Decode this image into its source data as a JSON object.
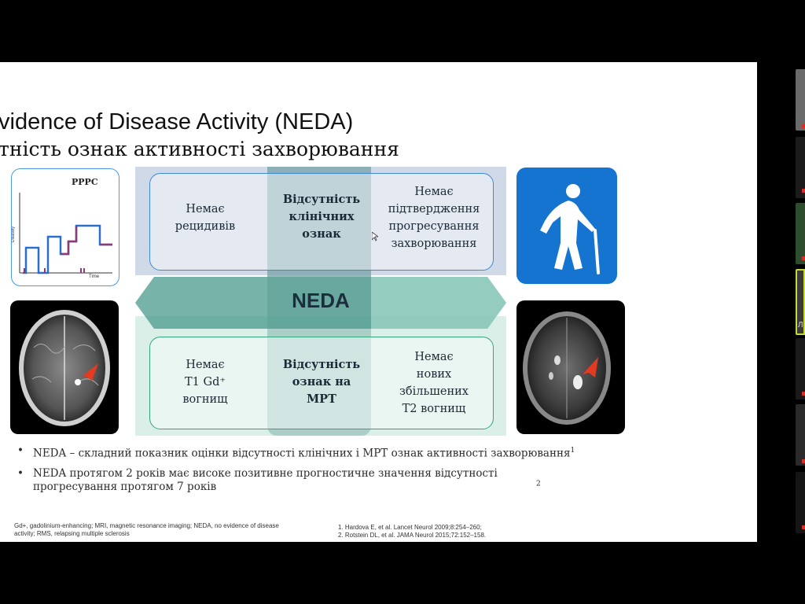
{
  "slide": {
    "title_en": "vidence of Disease Activity (NEDA)",
    "title_ua": "тність ознак активності захворювання",
    "pppc": {
      "label": "PPPC",
      "ylabel": "Disability",
      "xlabel": "Time"
    },
    "neda_label": "NEDA",
    "top_row": {
      "left": [
        "Немає",
        "рецидивів"
      ],
      "center": [
        "Відсутність",
        "клінічних",
        "ознак"
      ],
      "right": [
        "Немає",
        "підтвердження",
        "прогресування",
        "захворювання"
      ]
    },
    "bottom_row": {
      "left": [
        "Немає",
        "T1 Gd⁺",
        "вогнищ"
      ],
      "center": [
        "Відсутність",
        "ознак на",
        "МРТ"
      ],
      "right": [
        "Немає",
        "нових",
        "збільшених",
        "T2 вогнищ"
      ]
    },
    "bullets": [
      {
        "text": "NEDA – складний показник оцінки відсутності клінічних і МРТ ознак активності захворювання",
        "sup": "1"
      },
      {
        "text": "NEDA протягом 2 років має високе позитивне прогностичне значення  відсутності прогресування протягом 7 років",
        "sup": "2"
      }
    ],
    "footnote_left": "Gd+, gadolinium-enhancing; MRI, magnetic resonance imaging; NEDA, no evidence of disease activity; RMS, relapsing multiple sclerosis",
    "footnote_right": [
      "1. Hardova E, et al. Lancet Neurol 2009;8:254–260;",
      "2. Rotstein DL, et al. JAMA Neurol 2015;72:152–158."
    ]
  },
  "icons": {
    "elderly": "elderly-person-with-cane-icon",
    "mri": "brain-mri-image",
    "arrow": "red-arrow-icon"
  },
  "participants": {
    "visible_label": "Л"
  },
  "colors": {
    "blue_card": "#1474d0",
    "top_border": "#3f89d6",
    "bottom_border": "#37a679",
    "band": "#4a9a8c",
    "arrow": "#e33a22"
  }
}
